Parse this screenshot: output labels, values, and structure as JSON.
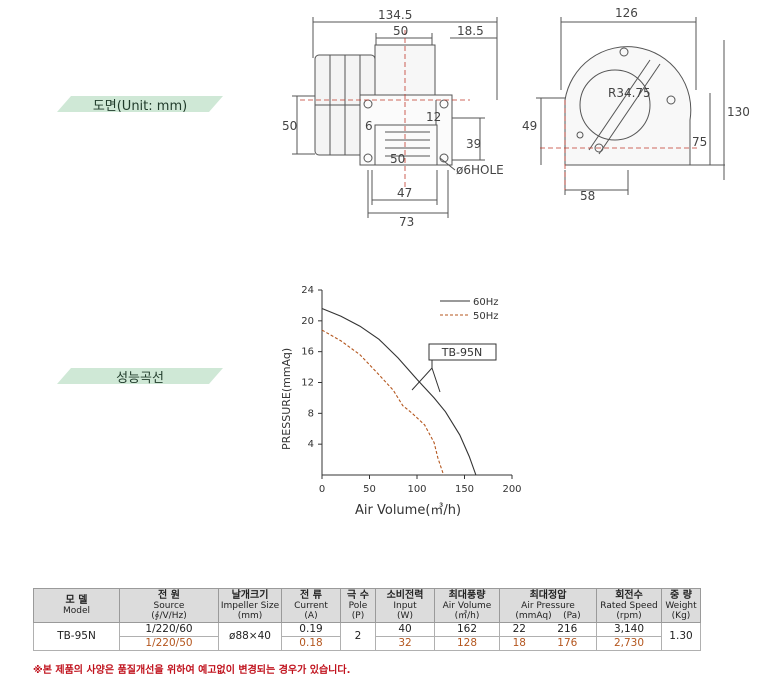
{
  "sections": {
    "drawing_label": "도면(Unit: mm)",
    "curve_label": "성능곡선"
  },
  "drawing": {
    "side_view": {
      "overall_width": "134.5",
      "motor_width": "50",
      "outlet_offset": "18.5",
      "height": "50",
      "bracket_6": "6",
      "bracket_12": "12",
      "outlet_height": "50",
      "outlet_39": "39",
      "base_47": "47",
      "base_73": "73",
      "hole_label": "ø6HOLE"
    },
    "front_view": {
      "width": "126",
      "radius": "R34.75",
      "h_49": "49",
      "h_75": "75",
      "h_130": "130",
      "base_58": "58"
    }
  },
  "chart_data": {
    "type": "line",
    "title": "",
    "xlabel": "Air Volume(㎥/h)",
    "ylabel": "PRESSURE(mmAq)",
    "xlim": [
      0,
      200
    ],
    "ylim": [
      0,
      24
    ],
    "x_ticks": [
      "0",
      "50",
      "100",
      "150",
      "200"
    ],
    "y_ticks": [
      "4",
      "8",
      "12",
      "16",
      "20",
      "24"
    ],
    "callout": "TB-95N",
    "series": [
      {
        "name": "60Hz",
        "color": "#333333",
        "dash": "solid",
        "x": [
          0,
          20,
          40,
          60,
          80,
          100,
          118,
          130,
          145,
          155,
          162
        ],
        "y": [
          21.6,
          20.6,
          19.3,
          17.6,
          15.2,
          12.4,
          10.0,
          8.2,
          5.2,
          2.4,
          0
        ]
      },
      {
        "name": "50Hz",
        "color": "#b4561e",
        "dash": "dashed",
        "x": [
          0,
          20,
          40,
          60,
          75,
          85,
          95,
          108,
          118,
          122,
          128
        ],
        "y": [
          18.8,
          17.4,
          15.6,
          13.0,
          11.0,
          9.0,
          8.0,
          6.5,
          4.2,
          2.2,
          0
        ]
      }
    ]
  },
  "spec_table": {
    "headers": [
      {
        "ko": "모 델",
        "en": "Model",
        "unit": ""
      },
      {
        "ko": "전 원",
        "en": "Source",
        "unit": "(∮/V/Hz)"
      },
      {
        "ko": "날개크기",
        "en": "Impeller Size",
        "unit": "(mm)"
      },
      {
        "ko": "전 류",
        "en": "Current",
        "unit": "(A)"
      },
      {
        "ko": "극 수",
        "en": "Pole",
        "unit": "(P)"
      },
      {
        "ko": "소비전력",
        "en": "Input",
        "unit": "(W)"
      },
      {
        "ko": "최대풍량",
        "en": "Air Volume",
        "unit": "(㎥/h)"
      },
      {
        "ko": "최대정압",
        "en": "Air Pressure",
        "unit": "(mmAq)",
        "unit2": "(Pa)"
      },
      {
        "ko": "회전수",
        "en": "Rated Speed",
        "unit": "(rpm)"
      },
      {
        "ko": "중 량",
        "en": "Weight",
        "unit": "(Kg)"
      }
    ],
    "row": {
      "model": "TB-95N",
      "source_60": "1/220/60",
      "source_50": "1/220/50",
      "impeller": "ø88×40",
      "current_60": "0.19",
      "current_50": "0.18",
      "pole": "2",
      "input_60": "40",
      "input_50": "32",
      "air_volume_60": "162",
      "air_volume_50": "128",
      "mmaq_60": "22",
      "pa_60": "216",
      "mmaq_50": "18",
      "pa_50": "176",
      "rpm_60": "3,140",
      "rpm_50": "2,730",
      "weight": "1.30"
    }
  },
  "note": "※본 제품의 사양은 품질개선을 위하여 예고없이 변경되는 경우가 있습니다."
}
